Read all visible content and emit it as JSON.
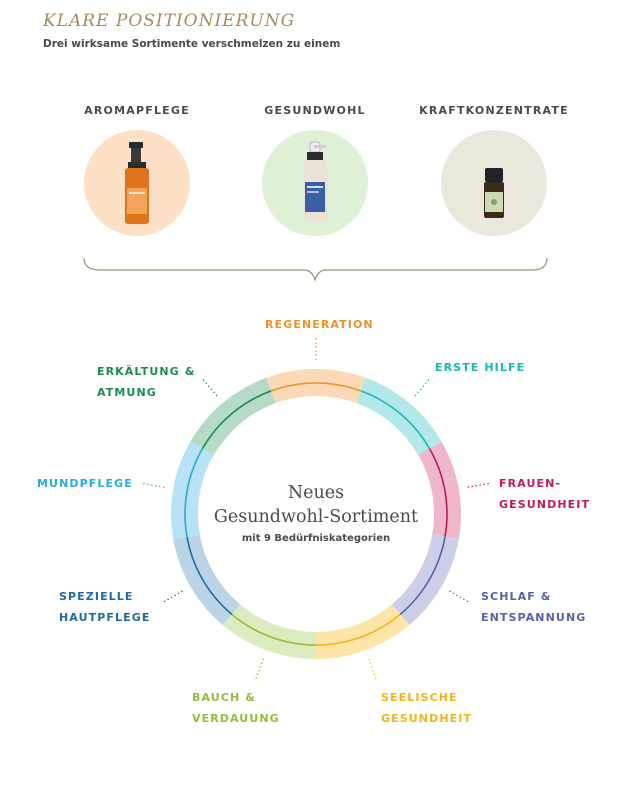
{
  "header": {
    "kicker": "KLARE POSITIONIERUNG",
    "subtitle": "Drei wirksame Sortimente verschmelzen zu einem"
  },
  "ranges": [
    {
      "label": "AROMAPFLEGE",
      "bg_color": "#fde0c6",
      "bottle": "pump-bottle-orange"
    },
    {
      "label": "GESUNDWOHL",
      "bg_color": "#def0d6",
      "bottle": "spray-bottle-blue"
    },
    {
      "label": "KRAFTKONZENTRATE",
      "bg_color": "#ebe7dc",
      "bottle": "dropper-vial-dark"
    }
  ],
  "center": {
    "title_line1": "Neues",
    "title_line2": "Gesundwohl-Sortiment",
    "subtitle": "mit 9 Bedürfniskategorien"
  },
  "categories": [
    {
      "id": "regeneration",
      "line1": "REGENERATION",
      "line2": "",
      "color": "#f0922b",
      "light": "#fbd9b6"
    },
    {
      "id": "erste-hilfe",
      "line1": "ERSTE HILFE",
      "line2": "",
      "color": "#1ab8b3",
      "light": "#b3e8ea"
    },
    {
      "id": "frauengesundheit",
      "line1": "FRAUEN-",
      "line2": "GESUNDHEIT",
      "color": "#c3185b",
      "light": "#eeb7cc"
    },
    {
      "id": "schlaf",
      "line1": "SCHLAF &",
      "line2": "ENTSPANNUNG",
      "color": "#5561a8",
      "light": "#cbd0e8"
    },
    {
      "id": "seelische-gesundheit",
      "line1": "SEELISCHE",
      "line2": "GESUNDHEIT",
      "color": "#f4b415",
      "light": "#fde5a7"
    },
    {
      "id": "bauch-verdauung",
      "line1": "BAUCH &",
      "line2": "VERDAUUNG",
      "color": "#92be3b",
      "light": "#dcecbf"
    },
    {
      "id": "spezielle-hautpflege",
      "line1": "SPEZIELLE",
      "line2": "HAUTPFLEGE",
      "color": "#1f6aa3",
      "light": "#bcd4e8"
    },
    {
      "id": "mundpflege",
      "line1": "MUNDPFLEGE",
      "line2": "",
      "color": "#28a9df",
      "light": "#b8e2f6"
    },
    {
      "id": "erkaeltung-atmung",
      "line1": "ERKÄLTUNG &",
      "line2": "ATMUNG",
      "color": "#1b8a55",
      "light": "#b5dbc6"
    }
  ]
}
